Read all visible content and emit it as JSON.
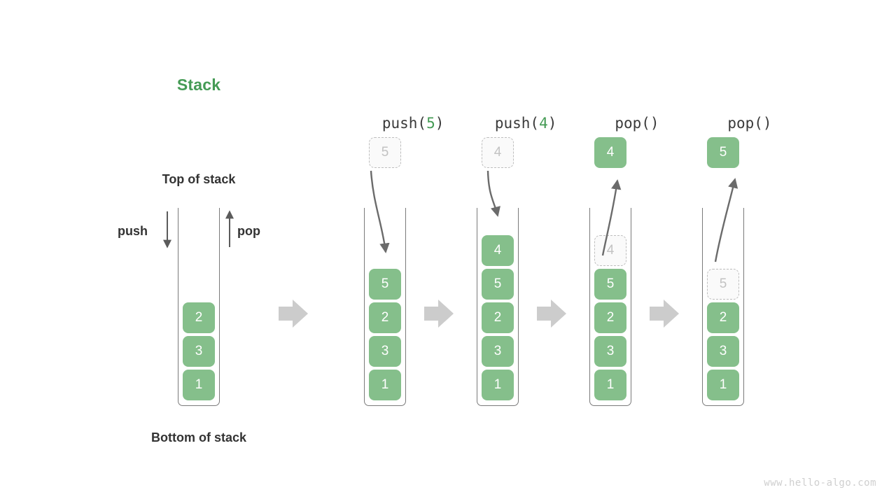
{
  "title": "Stack",
  "title_color": "#459B55",
  "accent_green": "#85BF8B",
  "labels": {
    "top_of_stack": "Top of stack",
    "bottom_of_stack": "Bottom of stack",
    "push": "push",
    "pop": "pop"
  },
  "watermark": "www.hello-algo.com",
  "initial_stack": {
    "items": [
      "1",
      "3",
      "2"
    ]
  },
  "columns": [
    {
      "op_prefix": "push(",
      "op_arg": "5",
      "op_suffix": ")",
      "float_node": {
        "value": "5",
        "style": "ghost",
        "position": "above"
      },
      "arrow": "down-into-stack",
      "items": [
        {
          "value": "1",
          "style": "solid"
        },
        {
          "value": "3",
          "style": "solid"
        },
        {
          "value": "2",
          "style": "solid"
        },
        {
          "value": "5",
          "style": "solid"
        }
      ]
    },
    {
      "op_prefix": "push(",
      "op_arg": "4",
      "op_suffix": ")",
      "float_node": {
        "value": "4",
        "style": "ghost",
        "position": "above"
      },
      "arrow": "down-into-stack",
      "items": [
        {
          "value": "1",
          "style": "solid"
        },
        {
          "value": "3",
          "style": "solid"
        },
        {
          "value": "2",
          "style": "solid"
        },
        {
          "value": "5",
          "style": "solid"
        },
        {
          "value": "4",
          "style": "solid"
        }
      ]
    },
    {
      "op_prefix": "pop(",
      "op_arg": "",
      "op_suffix": ")",
      "float_node": {
        "value": "4",
        "style": "solid",
        "position": "above"
      },
      "arrow": "up-out-of-stack",
      "items": [
        {
          "value": "1",
          "style": "solid"
        },
        {
          "value": "3",
          "style": "solid"
        },
        {
          "value": "2",
          "style": "solid"
        },
        {
          "value": "5",
          "style": "solid"
        },
        {
          "value": "4",
          "style": "ghost"
        }
      ]
    },
    {
      "op_prefix": "pop(",
      "op_arg": "",
      "op_suffix": ")",
      "float_node": {
        "value": "5",
        "style": "solid",
        "position": "above"
      },
      "arrow": "up-out-of-stack",
      "items": [
        {
          "value": "1",
          "style": "solid"
        },
        {
          "value": "3",
          "style": "solid"
        },
        {
          "value": "2",
          "style": "solid"
        },
        {
          "value": "5",
          "style": "ghost"
        }
      ]
    }
  ],
  "step_arrows": 4
}
